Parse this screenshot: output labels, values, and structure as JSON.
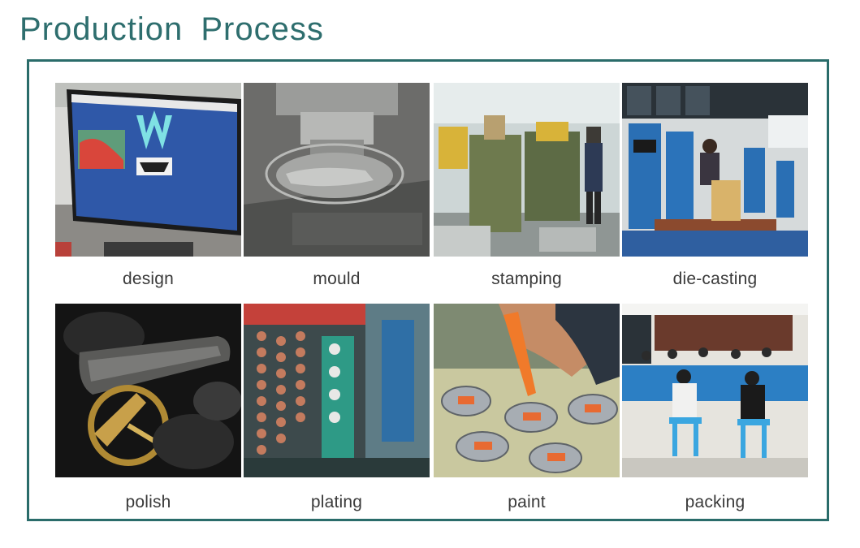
{
  "page": {
    "title": "Production Process"
  },
  "steps": [
    {
      "label": "design",
      "image": "computer-monitor-design-image"
    },
    {
      "label": "mould",
      "image": "cnc-mould-engraving-image"
    },
    {
      "label": "stamping",
      "image": "stamping-press-machine-image"
    },
    {
      "label": "die-casting",
      "image": "die-casting-workshop-image"
    },
    {
      "label": "polish",
      "image": "metal-polishing-image"
    },
    {
      "label": "plating",
      "image": "electroplating-line-image"
    },
    {
      "label": "paint",
      "image": "enamel-paint-filling-image"
    },
    {
      "label": "packing",
      "image": "packing-workshop-image"
    }
  ],
  "colors": {
    "title": "#2e6e6e",
    "frame_border": "#2a6c6a",
    "caption": "#3a3a3a"
  }
}
